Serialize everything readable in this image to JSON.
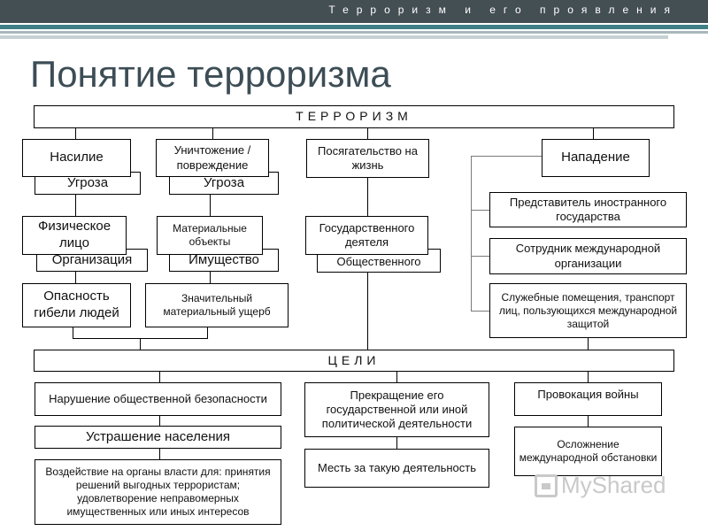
{
  "header": {
    "subtitle": "Терроризм и его проявления"
  },
  "title": "Понятие терроризма",
  "terrorism_label": "ТЕРРОРИЗМ",
  "goals_label": "ЦЕЛИ",
  "col1": {
    "violence": "Насилие",
    "threat": "Угроза",
    "person": "Физическое лицо",
    "organization": "Организация",
    "danger": "Опасность гибели людей"
  },
  "col2": {
    "destruction": "Уничтожение / повреждение",
    "threat": "Угроза",
    "material": "Материальные объекты",
    "property": "Имущество",
    "damage": "Значительный материальный ущерб"
  },
  "col3": {
    "encroachment": "Посягательство на жизнь",
    "statesman": "Государственного деятеля",
    "public": "Общественного"
  },
  "col4": {
    "attack": "Нападение",
    "foreign_rep": "Представитель иностранного государства",
    "intl_employee": "Сотрудник международной организации",
    "premises": "Служебные помещения, транспорт лиц, пользующихся международной защитой"
  },
  "goals": {
    "security": "Нарушение общественной безопасности",
    "intimidation": "Устрашение населения",
    "influence": "Воздействие на органы власти для: принятия решений выгодных террористам; удовлетворение неправомерных имущественных или иных интересов",
    "termination": "Прекращение его государственной или иной политической деятельности",
    "revenge": "Месть за такую деятельность",
    "war": "Провокация войны",
    "complication": "Осложнение международной обстановки"
  },
  "watermark": "MyShared",
  "colors": {
    "topbar": "#444f54",
    "title": "#3d4d56",
    "stripe_teal": "#3f7f86",
    "stripe_light": "#a9b7bc"
  }
}
